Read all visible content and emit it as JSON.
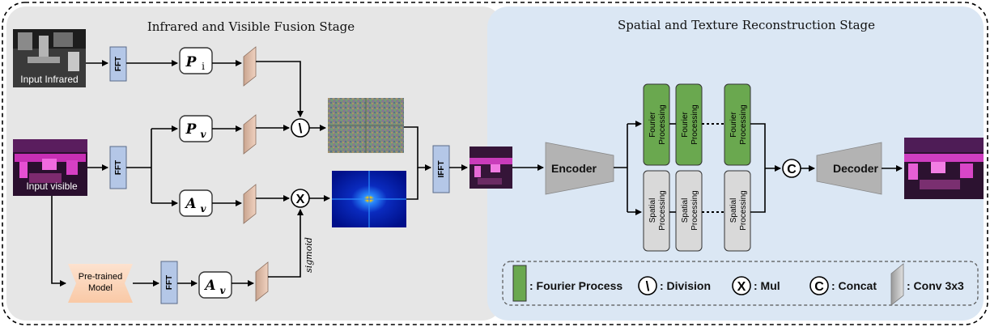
{
  "stages": {
    "fusion_title": "Infrared and Visible Fusion Stage",
    "reconstruction_title": "Spatial and Texture Reconstruction Stage"
  },
  "inputs": {
    "infrared_label": "Input Infrared",
    "visible_label": "Input visible"
  },
  "blocks": {
    "fft": "FFT",
    "ifft": "IFFT",
    "pretrained_line1": "Pre-trained",
    "pretrained_line2": "Model",
    "p_i_base": "P",
    "p_i_sub": "i",
    "p_v_base": "P",
    "p_v_sub": "v",
    "a_v_base": "A",
    "a_v_sub": "v",
    "sigmoid": "sigmoid",
    "encoder": "Encoder",
    "decoder": "Decoder",
    "fourier_l1": "Fourier",
    "fourier_l2": "Processing",
    "spatial_l1": "Spatial",
    "spatial_l2": "Processing"
  },
  "operators": {
    "division": "\\",
    "mul": "X",
    "concat": "C"
  },
  "legend": {
    "fourier": ": Fourier Process",
    "division": ": Division",
    "mul": ": Mul",
    "concat": ": Concat",
    "conv": ": Conv 3x3"
  },
  "colors": {
    "left_panel": "#e6e6e6",
    "right_panel": "#dbe7f4",
    "fft_block": "#b4c7e7",
    "fourier_block": "#6aa84f",
    "spatial_block": "#d9d9d9",
    "conv_block": "#e8c4b0",
    "pretrained": "#fbd5b5"
  }
}
